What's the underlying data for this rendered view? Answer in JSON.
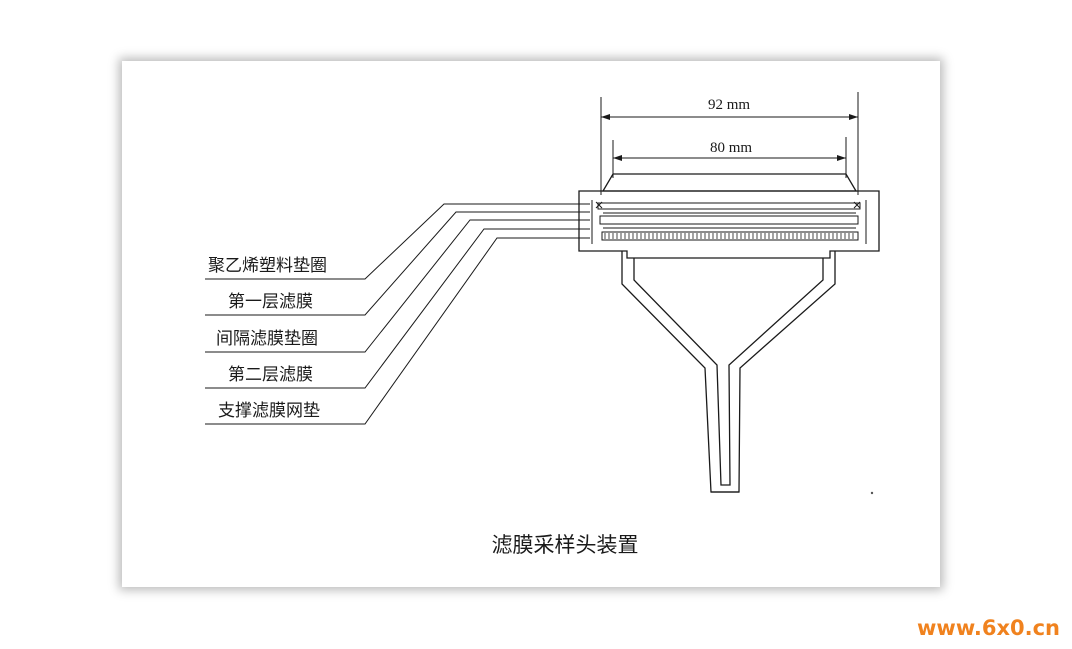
{
  "diagram": {
    "caption": "滤膜采样头装置",
    "dimensions": {
      "outer": "92 mm",
      "inner": "80 mm"
    },
    "labels": [
      "聚乙烯塑料垫圈",
      "第一层滤膜",
      "间隔滤膜垫圈",
      "第二层滤膜",
      "支撑滤膜网垫"
    ]
  },
  "watermark": "www.6x0.cn"
}
